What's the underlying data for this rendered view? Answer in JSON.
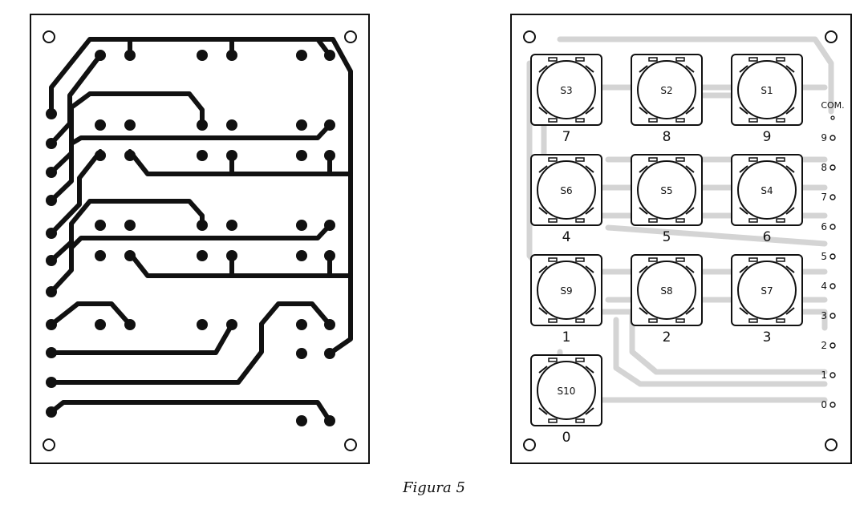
{
  "caption": "Figura 5",
  "colors": {
    "copper": "#111111",
    "ghost_trace": "#d4d4d4",
    "outline": "#111111",
    "background": "#ffffff"
  },
  "switches": [
    {
      "id": "S1",
      "key": "9"
    },
    {
      "id": "S2",
      "key": "8"
    },
    {
      "id": "S3",
      "key": "7"
    },
    {
      "id": "S4",
      "key": "6"
    },
    {
      "id": "S5",
      "key": "5"
    },
    {
      "id": "S6",
      "key": "4"
    },
    {
      "id": "S7",
      "key": "3"
    },
    {
      "id": "S8",
      "key": "2"
    },
    {
      "id": "S9",
      "key": "1"
    },
    {
      "id": "S10",
      "key": "0"
    }
  ],
  "connector_labels": [
    "COM.",
    "9",
    "8",
    "7",
    "6",
    "5",
    "4",
    "3",
    "2",
    "1",
    "0"
  ]
}
